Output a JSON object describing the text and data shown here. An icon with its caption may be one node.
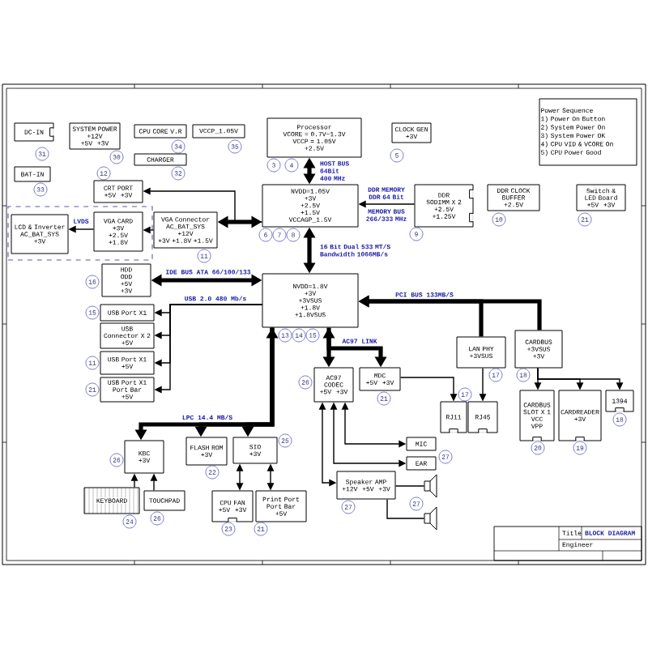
{
  "diagram": {
    "nodes": [
      {
        "text": [
          "DC-IN"
        ]
      },
      {
        "text": [
          "31"
        ]
      },
      {
        "text": [
          "SYSTEM POWER",
          "+12V",
          "+5V",
          "+3V"
        ]
      },
      {
        "text": [
          "30"
        ]
      },
      {
        "text": [
          "CPU CORE V.R"
        ]
      },
      {
        "text": [
          "34"
        ]
      },
      {
        "text": [
          "VCCP_1.05V"
        ]
      },
      {
        "text": [
          "35"
        ]
      },
      {
        "text": [
          "CHARGER"
        ]
      },
      {
        "text": [
          "32"
        ]
      },
      {
        "text": [
          "BAT-IN"
        ]
      },
      {
        "text": [
          "33"
        ]
      },
      {
        "text": [
          "12"
        ]
      },
      {
        "text": [
          "CRT PORT",
          "+5V",
          "+3V"
        ]
      },
      {
        "text": [],
        "shape": "box"
      },
      {
        "text": [
          "LCD & Inverter",
          "AC_BAT_SYS",
          "+3V"
        ],
        "in": 14
      },
      {
        "text": [
          "VGA CARD",
          "+3V",
          "+2.5V",
          "+1.8V"
        ],
        "in": 14
      },
      {
        "text": [
          "VGA Connector",
          "AC_BAT_SYS",
          "+12V",
          "+3V +1.8V +1.5V"
        ]
      },
      {
        "text": [
          "11"
        ]
      },
      {
        "text": [
          "16"
        ]
      },
      {
        "text": [
          "HDD ODD",
          "+5V",
          "+3V"
        ]
      },
      {
        "text": [
          "15"
        ]
      },
      {
        "text": [
          "USB Port X1"
        ]
      },
      {
        "text": [
          "USB Connector X 2",
          "+5V"
        ]
      },
      {
        "text": [
          "USB Port X1",
          "+5V"
        ]
      },
      {
        "text": [
          "11"
        ]
      },
      {
        "text": [
          "USB Port X1",
          "Port Bar",
          "+5V"
        ]
      },
      {
        "text": [
          "21"
        ]
      },
      {
        "text": [
          "Processor",
          "VCORE = 0.7V~1.3V",
          "VCCP = 1.05V",
          "+2.5V"
        ]
      },
      {
        "text": [
          "3"
        ]
      },
      {
        "text": [
          "4"
        ]
      },
      {
        "text": [
          "CLOCK GEN",
          "+3V"
        ]
      },
      {
        "text": [
          "5"
        ]
      },
      {
        "text": [
          "NVDD=1.05V",
          "+3V",
          "+2.5V",
          "+1.5V",
          "VCCAGP_1.5V"
        ]
      },
      {
        "text": [
          "6"
        ]
      },
      {
        "text": [
          "7"
        ]
      },
      {
        "text": [
          "8"
        ]
      },
      {
        "text": [
          "DDR SODIMM X 2",
          "+2.5V",
          "+1.25V"
        ]
      },
      {
        "text": [
          "9"
        ]
      },
      {
        "text": [
          "DDR CLOCK BUFFER",
          "+2.5V"
        ]
      },
      {
        "text": [
          "10"
        ]
      },
      {
        "text": [
          "Switch & LED Board",
          "+5V",
          "+3V"
        ]
      },
      {
        "text": [
          "21"
        ]
      },
      {
        "text": [
          "Power Sequence",
          "1) Power On Button",
          "2) System Power On",
          "3) System Power OK",
          "4) CPU VID & VCORE On",
          "5) CPU Power Good"
        ]
      },
      {
        "text": [
          "NVDD=1.8V",
          "+3V",
          "+3VSUS",
          "+1.8V",
          "+1.8VSUS"
        ]
      },
      {
        "text": [
          "13"
        ]
      },
      {
        "text": [
          "14"
        ]
      },
      {
        "text": [
          "15"
        ]
      },
      {
        "text": [
          "LAN PHY",
          "+3VSUS"
        ]
      },
      {
        "text": [
          "17"
        ]
      },
      {
        "text": [
          "CARDBUS",
          "+3VSUS",
          "+3V"
        ]
      },
      {
        "text": [
          "18"
        ]
      },
      {
        "text": [
          "17"
        ]
      },
      {
        "text": [
          "RJ11"
        ]
      },
      {
        "text": [
          "RJ45"
        ]
      },
      {
        "text": [
          "CARDBUS SLOT X 1",
          "VCC",
          "VPP"
        ]
      },
      {
        "text": [
          "20"
        ]
      },
      {
        "text": [
          "CARDREADER",
          "+3V"
        ]
      },
      {
        "text": [
          "19"
        ]
      },
      {
        "text": [
          "1394"
        ]
      },
      {
        "text": [
          "18"
        ]
      },
      {
        "text": [
          "AC97 CODEC",
          "+5V",
          "+3V"
        ]
      },
      {
        "text": [
          "26"
        ]
      },
      {
        "text": [
          "MDC",
          "+5V",
          "+3V"
        ]
      },
      {
        "text": [
          "21"
        ]
      },
      {
        "text": [
          "MIC"
        ]
      },
      {
        "text": [
          "EAR"
        ]
      },
      {
        "text": [
          "27"
        ]
      },
      {
        "text": [
          "Speaker AMP",
          "+12V",
          "+5V",
          "+3V"
        ]
      },
      {
        "text": [
          "27"
        ]
      },
      {
        "text": [],
        "shape": "picture"
      },
      {
        "text": [],
        "shape": "picture"
      },
      {
        "text": [
          "27"
        ]
      },
      {
        "text": [
          "KBC",
          "+3V"
        ]
      },
      {
        "text": [
          "26"
        ]
      },
      {
        "text": [
          "FLASH ROM",
          "+3V"
        ]
      },
      {
        "text": [
          "22"
        ]
      },
      {
        "text": [
          "SIO",
          "+3V"
        ]
      },
      {
        "text": [
          "25"
        ]
      },
      {
        "text": [
          "KEYBOARD"
        ]
      },
      {
        "text": [
          "24"
        ]
      },
      {
        "text": [
          "TOUCHPAD"
        ]
      },
      {
        "text": [
          "26"
        ]
      },
      {
        "text": [
          "CPU FAN",
          "+5V",
          "+3V"
        ]
      },
      {
        "text": [
          "23"
        ]
      },
      {
        "text": [
          "Print Port",
          "Port Bar",
          "+5V"
        ]
      },
      {
        "text": [
          "21"
        ]
      }
    ],
    "edges": [
      {
        "from": 33,
        "to": 13,
        "arrow": "to"
      },
      {
        "from": 33,
        "to": 17,
        "arrow": "both",
        "style": "thick"
      },
      {
        "from": 17,
        "to": 16,
        "arrow": "to"
      },
      {
        "from": 16,
        "to": 15,
        "arrow": "to",
        "label": "LVDS"
      },
      {
        "from": 44,
        "to": 20,
        "arrow": "both",
        "style": "thick",
        "label": "IDE BUS ATA 66/100/133"
      },
      {
        "from": 44,
        "to": 22,
        "arrow": "to",
        "label": "USB 2.0 480 Mb/s"
      },
      {
        "from": 44,
        "to": 23,
        "arrow": "to"
      },
      {
        "from": 44,
        "to": 24,
        "arrow": "to"
      },
      {
        "from": 44,
        "to": 26,
        "arrow": "to"
      },
      {
        "from": 28,
        "to": 33,
        "arrow": "both",
        "style": "thick",
        "label": "HOST BUS 64Bit 400 MHz"
      },
      {
        "from": 37,
        "to": 33,
        "arrow": "to",
        "label": "DDR MEMORY DDR 64 Bit"
      },
      {
        "from": 33,
        "to": 44,
        "arrow": "both",
        "style": "thick",
        "label": "16 Bit Dual 533 MT/S Bandwidth 1066MB/s"
      },
      {
        "from": 48,
        "to": 44,
        "arrow": "to",
        "style": "thick",
        "label": "PCI BUS 133MB/S"
      },
      {
        "from": 50,
        "to": 44,
        "arrow": "to",
        "style": "thick"
      },
      {
        "from": 48,
        "to": 54,
        "arrow": "to"
      },
      {
        "from": 63,
        "to": 53,
        "arrow": "to"
      },
      {
        "from": 50,
        "to": 55,
        "arrow": "to"
      },
      {
        "from": 50,
        "to": 57,
        "arrow": "to"
      },
      {
        "from": 50,
        "to": 59,
        "arrow": "to"
      },
      {
        "from": 44,
        "to": 61,
        "arrow": "both",
        "style": "thick"
      },
      {
        "from": 44,
        "to": 63,
        "arrow": "to",
        "style": "thick",
        "label": "AC97 LINK"
      },
      {
        "from": 61,
        "to": 65,
        "arrow": "both"
      },
      {
        "from": 61,
        "to": 66,
        "arrow": "both"
      },
      {
        "from": 61,
        "to": 68,
        "arrow": "both"
      },
      {
        "from": 68,
        "to": 70,
        "arrow": "none"
      },
      {
        "from": 68,
        "to": 71,
        "arrow": "none"
      },
      {
        "from": 44,
        "to": 73,
        "arrow": "both",
        "style": "thick",
        "label": "LPC 14.4 MB/S"
      },
      {
        "from": 44,
        "to": 75,
        "arrow": "to",
        "style": "thick"
      },
      {
        "from": 44,
        "to": 77,
        "arrow": "to",
        "style": "thick"
      },
      {
        "from": 79,
        "to": 73,
        "arrow": "to"
      },
      {
        "from": 81,
        "to": 73,
        "arrow": "to"
      },
      {
        "from": 77,
        "to": 83,
        "arrow": "both"
      },
      {
        "from": 77,
        "to": 85,
        "arrow": "both"
      }
    ],
    "labels": [
      "MEMORY BUS 266/333 MHz",
      "Title",
      "BLOCK DIAGRAM",
      "Engineer"
    ]
  }
}
